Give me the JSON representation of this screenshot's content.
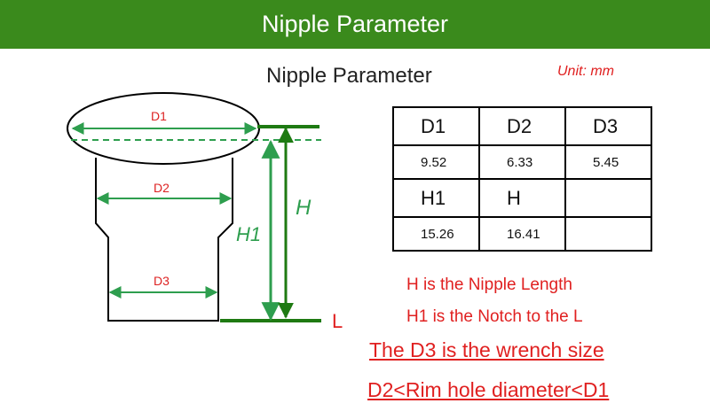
{
  "header": {
    "title": "Nipple Parameter"
  },
  "diagram": {
    "title": "Nipple Parameter",
    "unit": "Unit: mm",
    "labels": {
      "d1": "D1",
      "d2": "D2",
      "d3": "D3",
      "h": "H",
      "h1": "H1",
      "l": "L"
    }
  },
  "table": {
    "rows": [
      [
        "D1",
        "D2",
        "D3"
      ],
      [
        "9.52",
        "6.33",
        "5.45"
      ],
      [
        "H1",
        "H",
        ""
      ],
      [
        "15.26",
        "16.41",
        ""
      ]
    ]
  },
  "notes": [
    "H is the Nipple Length",
    "H1 is the Notch to the L",
    "The D3 is the wrench size",
    "D2<Rim hole diameter<D1"
  ],
  "colors": {
    "banner": "#3a8a1c",
    "accent_green": "#2e9e4e",
    "note_red": "#e02020",
    "marker_green": "#1e7a12"
  }
}
